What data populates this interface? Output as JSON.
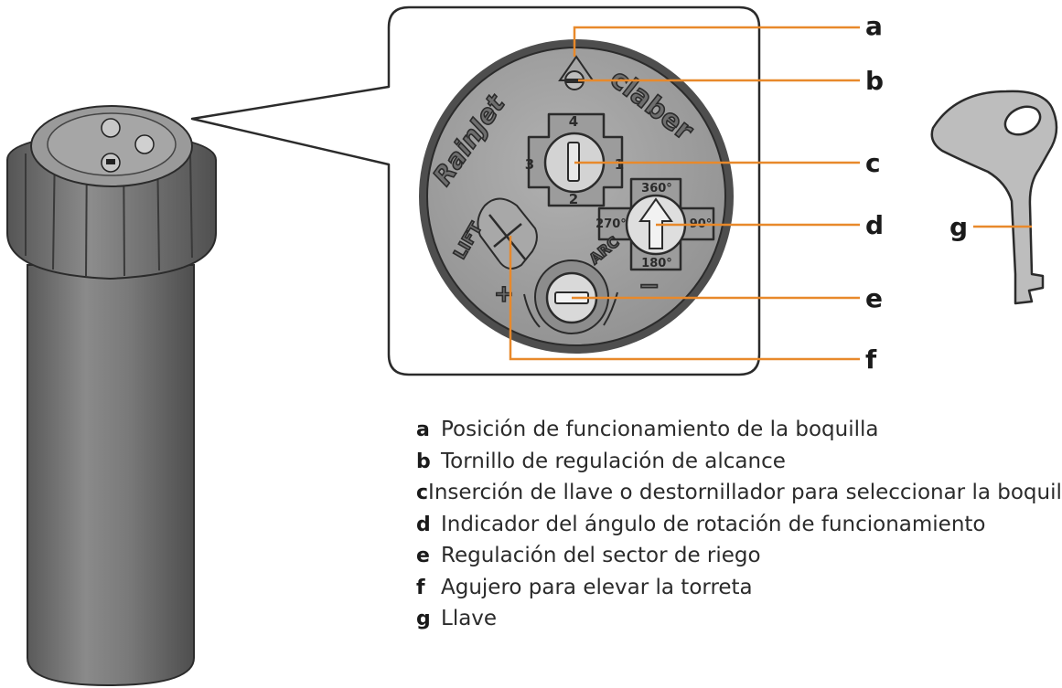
{
  "brand": {
    "dial_brand": "RainJet",
    "dial_maker": "claber",
    "lift_label": "LIFT",
    "arc_label": "ARC",
    "plus_sign": "+",
    "minus_sign": "−"
  },
  "range_selector": {
    "top": "4",
    "left": "3",
    "right": "1",
    "bottom": "2"
  },
  "arc_indicator": {
    "top": "360°",
    "left": "270°",
    "right": "90°",
    "bottom": "180°"
  },
  "callouts": [
    "a",
    "b",
    "c",
    "d",
    "e",
    "f",
    "g"
  ],
  "legend": [
    {
      "letter": "a",
      "text": "Posición de funcionamiento de la boquilla"
    },
    {
      "letter": "b",
      "text": "Tornillo de regulación de alcance"
    },
    {
      "letter": "c",
      "text": "Inserción de llave o destornillador para seleccionar la boquilla"
    },
    {
      "letter": "d",
      "text": "Indicador del ángulo de rotación de funcionamiento"
    },
    {
      "letter": "e",
      "text": "Regulación del sector de riego"
    },
    {
      "letter": "f",
      "text": "Agujero para elevar la torreta"
    },
    {
      "letter": "g",
      "text": "Llave"
    }
  ],
  "colors": {
    "leader": "#e8892b",
    "body_dark": "#6b6b6b",
    "body_mid": "#808080",
    "dial_face": "#a3a3a3",
    "key": "#bdbdbd",
    "outline": "#2b2b2b"
  }
}
